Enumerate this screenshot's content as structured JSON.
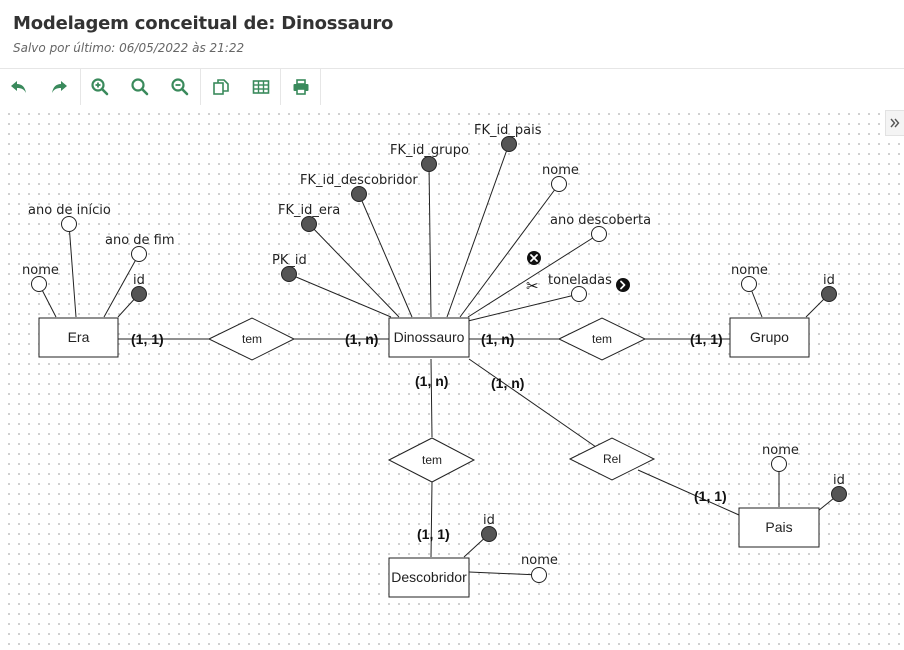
{
  "header": {
    "title": "Modelagem conceitual de: Dinossauro",
    "subtitle": "Salvo por último: 06/05/2022 às 21:22"
  },
  "toolbar": {
    "accent": "#3a8a5c",
    "buttons": [
      "undo-icon",
      "redo-icon",
      "zoom-in-icon",
      "zoom-reset-icon",
      "zoom-out-icon",
      "copy-icon",
      "table-icon",
      "print-icon"
    ]
  },
  "diagram": {
    "entities": {
      "era": "Era",
      "dinossauro": "Dinossauro",
      "grupo": "Grupo",
      "descobridor": "Descobridor",
      "pais": "Pais"
    },
    "relationships": {
      "era_dino": "tem",
      "dino_grupo": "tem",
      "dino_desc": "tem",
      "dino_pais": "Rel"
    },
    "attributes": {
      "era_inicio": "ano de início",
      "era_fim": "ano de fim",
      "era_nome": "nome",
      "era_id": "id",
      "dino_pk": "PK_id",
      "dino_fk_era": "FK_id_era",
      "dino_fk_desc": "FK_id_descobridor",
      "dino_fk_grupo": "FK_id_grupo",
      "dino_fk_pais": "FK_id_pais",
      "dino_nome": "nome",
      "dino_ano": "ano descoberta",
      "dino_ton": "toneladas",
      "grupo_nome": "nome",
      "grupo_id": "id",
      "pais_nome": "nome",
      "pais_id": "id",
      "desc_id": "id",
      "desc_nome": "nome"
    },
    "cardinalities": {
      "era_side": "(1, 1)",
      "dino_era_side": "(1, n)",
      "dino_grupo_side": "(1, n)",
      "grupo_side": "(1, 1)",
      "dino_desc_side": "(1, n)",
      "desc_side": "(1, 1)",
      "dino_pais_side": "(1, n)",
      "pais_side": "(1, 1)"
    }
  }
}
